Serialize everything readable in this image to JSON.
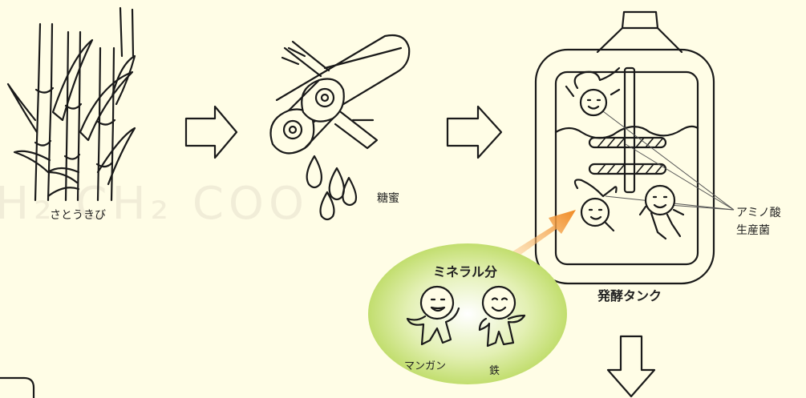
{
  "watermark": "H₂ CH₂ COO",
  "labels": {
    "sugarcane": "さとうきび",
    "molasses": "糖蜜",
    "tank": "発酵タンク",
    "amino_line1": "アミノ酸",
    "amino_line2": "生産菌",
    "mineral_title": "ミネラル分",
    "manganese": "マンガン",
    "iron": "鉄"
  },
  "colors": {
    "background": "#fffde6",
    "mineral_circle": "#c8e27a",
    "arrow_accent": "#f29b3c",
    "ink": "#1a1a1a"
  }
}
